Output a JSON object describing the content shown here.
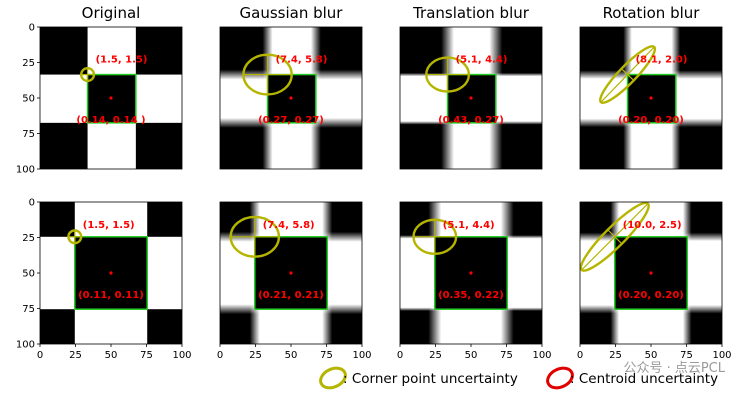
{
  "chart_data": [
    {
      "type": "heatmap",
      "row": 0,
      "col": 0,
      "title": "Original",
      "blur": "none",
      "square": [
        33.5,
        67.5
      ],
      "xticks": [],
      "yticks": [
        0,
        25,
        50,
        75,
        100
      ],
      "xlim": [
        0,
        100
      ],
      "ylim": [
        100,
        0
      ],
      "corner": {
        "x": 33.5,
        "y": 33.5,
        "rx": 4.5,
        "ry": 4.5,
        "angle": 0,
        "label": "(1.5, 1.5)"
      },
      "centroid": {
        "x": 50,
        "y": 50,
        "label": "(0.14, 0.14 )"
      }
    },
    {
      "type": "heatmap",
      "row": 0,
      "col": 1,
      "title": "Gaussian blur",
      "blur": "gaussian",
      "square": [
        33.5,
        67.5
      ],
      "xticks": [],
      "yticks": [],
      "xlim": [
        0,
        100
      ],
      "ylim": [
        100,
        0
      ],
      "corner": {
        "x": 33.5,
        "y": 33.5,
        "rx": 17,
        "ry": 14,
        "angle": 0,
        "label": "(7.4, 5.8)"
      },
      "centroid": {
        "x": 50,
        "y": 50,
        "label": "(0.27, 0.27)"
      }
    },
    {
      "type": "heatmap",
      "row": 0,
      "col": 2,
      "title": "Translation blur",
      "blur": "translation",
      "square": [
        33.5,
        67.5
      ],
      "xticks": [],
      "yticks": [],
      "xlim": [
        0,
        100
      ],
      "ylim": [
        100,
        0
      ],
      "corner": {
        "x": 33.5,
        "y": 33.5,
        "rx": 15,
        "ry": 12,
        "angle": 0,
        "label": "(5.1, 4.4)"
      },
      "centroid": {
        "x": 50,
        "y": 50,
        "label": "(0.43, 0.27)"
      }
    },
    {
      "type": "heatmap",
      "row": 0,
      "col": 3,
      "title": "Rotation blur",
      "blur": "rotation",
      "square": [
        33.5,
        67.5
      ],
      "xticks": [],
      "yticks": [],
      "xlim": [
        0,
        100
      ],
      "ylim": [
        100,
        0
      ],
      "corner": {
        "x": 33.5,
        "y": 33.5,
        "rx": 27,
        "ry": 6,
        "angle": -46,
        "label": "(8.1, 2.0)"
      },
      "centroid": {
        "x": 50,
        "y": 50,
        "label": "(0.20, 0.20)"
      }
    },
    {
      "type": "heatmap",
      "row": 1,
      "col": 0,
      "title": "",
      "blur": "none",
      "square": [
        24.5,
        75.5
      ],
      "xticks": [
        0,
        25,
        50,
        75,
        100
      ],
      "yticks": [
        0,
        25,
        50,
        75,
        100
      ],
      "xlim": [
        0,
        100
      ],
      "ylim": [
        100,
        0
      ],
      "corner": {
        "x": 24.5,
        "y": 24.5,
        "rx": 4.5,
        "ry": 4.5,
        "angle": 0,
        "label": "(1.5, 1.5)"
      },
      "centroid": {
        "x": 50,
        "y": 50,
        "label": "(0.11, 0.11)"
      }
    },
    {
      "type": "heatmap",
      "row": 1,
      "col": 1,
      "title": "",
      "blur": "gaussian",
      "square": [
        24.5,
        75.5
      ],
      "xticks": [
        0,
        25,
        50,
        75,
        100
      ],
      "yticks": [],
      "xlim": [
        0,
        100
      ],
      "ylim": [
        100,
        0
      ],
      "corner": {
        "x": 24.5,
        "y": 24.5,
        "rx": 17,
        "ry": 14,
        "angle": 0,
        "label": "(7.4, 5.8)"
      },
      "centroid": {
        "x": 50,
        "y": 50,
        "label": "(0.21, 0.21)"
      }
    },
    {
      "type": "heatmap",
      "row": 1,
      "col": 2,
      "title": "",
      "blur": "translation",
      "square": [
        24.5,
        75.5
      ],
      "xticks": [
        0,
        25,
        50,
        75,
        100
      ],
      "yticks": [],
      "xlim": [
        0,
        100
      ],
      "ylim": [
        100,
        0
      ],
      "corner": {
        "x": 24.5,
        "y": 24.5,
        "rx": 15,
        "ry": 12,
        "angle": 0,
        "label": "(5.1, 4.4)"
      },
      "centroid": {
        "x": 50,
        "y": 50,
        "label": "(0.35, 0.22)"
      }
    },
    {
      "type": "heatmap",
      "row": 1,
      "col": 3,
      "title": "",
      "blur": "rotation",
      "square": [
        24.5,
        75.5
      ],
      "xticks": [
        0,
        25,
        50,
        75,
        100
      ],
      "yticks": [],
      "xlim": [
        0,
        100
      ],
      "ylim": [
        100,
        0
      ],
      "corner": {
        "x": 24.5,
        "y": 24.5,
        "rx": 33,
        "ry": 7,
        "angle": -45,
        "label": "(10.0, 2.5)"
      },
      "centroid": {
        "x": 50,
        "y": 50,
        "label": "(0.20, 0.20)"
      }
    }
  ],
  "legend": [
    {
      "label": ": Corner point uncertainty",
      "color": "#b5b500"
    },
    {
      "label": ": Centroid uncertainty",
      "color": "#e00000"
    }
  ],
  "watermark": "公众号 · 点云PCL",
  "colors": {
    "square_outline": "#22cc22",
    "ellipse": "#b5b500",
    "label": "#ff0000",
    "centroid": "#ff0000"
  }
}
